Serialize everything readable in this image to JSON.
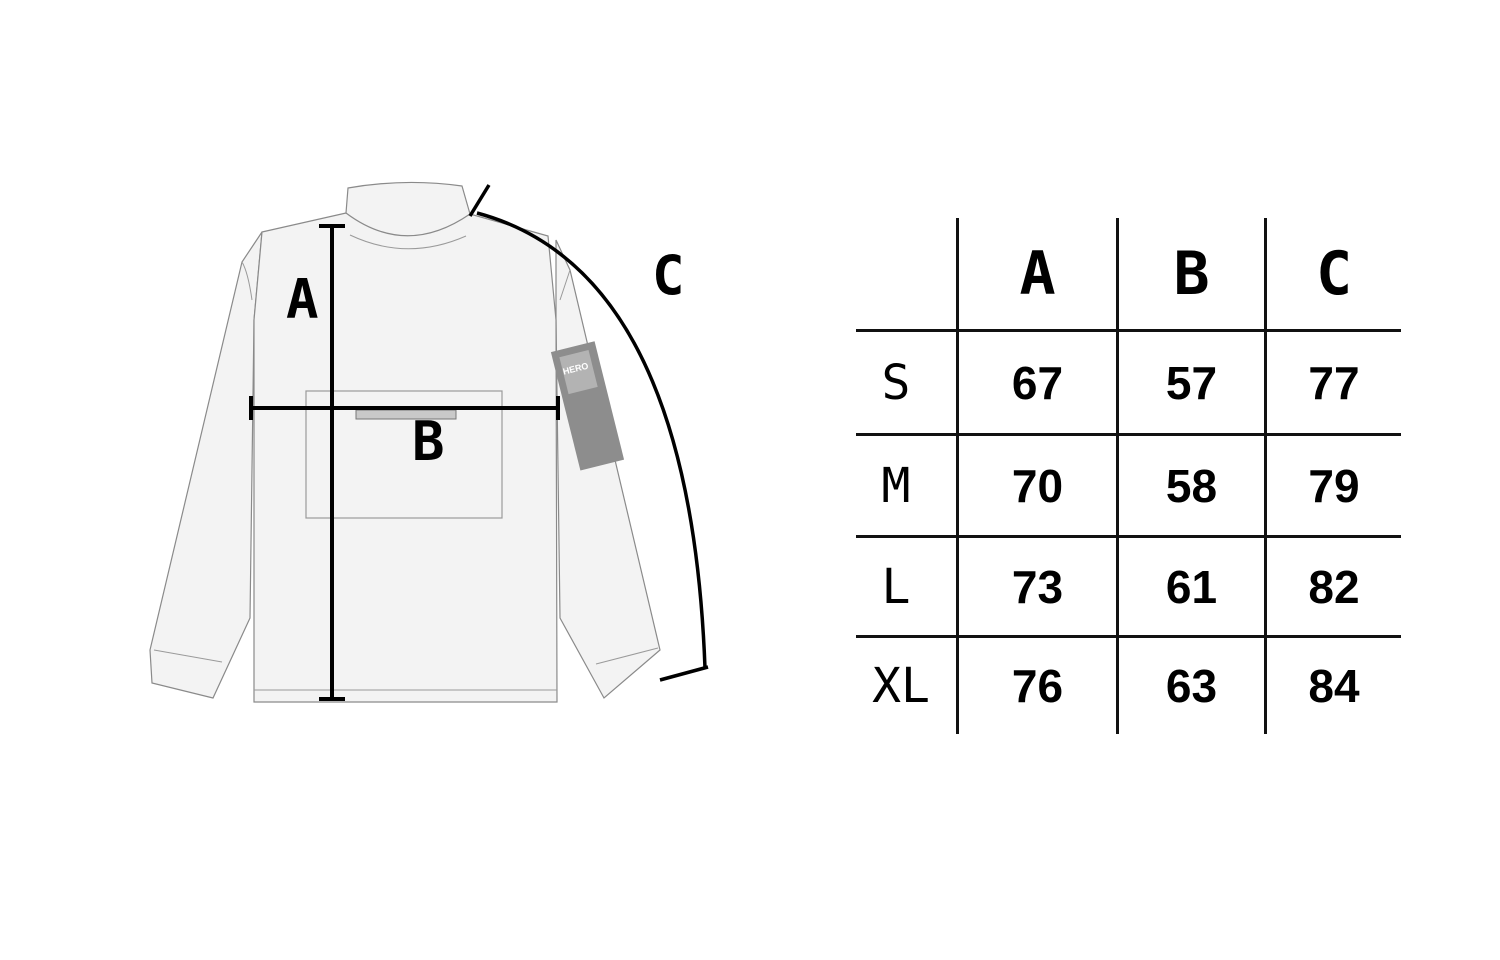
{
  "garment": {
    "patch_text": "HERO"
  },
  "dimension_labels": {
    "a": "A",
    "b": "B",
    "c": "C"
  },
  "size_table": {
    "columns": [
      "",
      "A",
      "B",
      "C"
    ],
    "rows": [
      {
        "size": "S",
        "values": [
          "67",
          "57",
          "77"
        ]
      },
      {
        "size": "M",
        "values": [
          "70",
          "58",
          "79"
        ]
      },
      {
        "size": "L",
        "values": [
          "73",
          "61",
          "82"
        ]
      },
      {
        "size": "XL",
        "values": [
          "76",
          "63",
          "84"
        ]
      }
    ]
  }
}
